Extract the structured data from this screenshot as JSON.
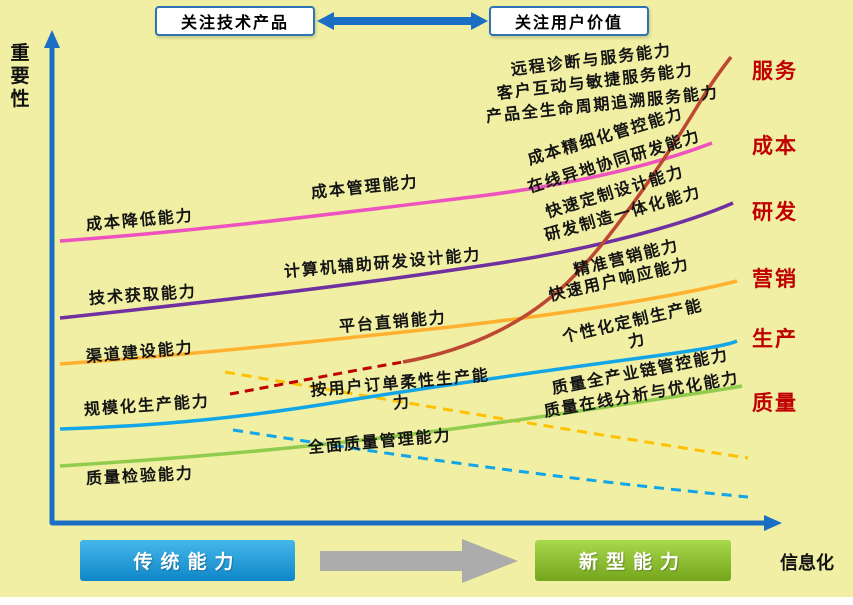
{
  "header": {
    "left_box_label": "关注技术产品",
    "right_box_label": "关注用户价值"
  },
  "axes": {
    "y_axis_label": "重要性",
    "x_axis_label": "信息化"
  },
  "category_labels": [
    {
      "id": "service",
      "text": "服务"
    },
    {
      "id": "cost",
      "text": "成本"
    },
    {
      "id": "rnd",
      "text": "研发"
    },
    {
      "id": "marketing",
      "text": "营销"
    },
    {
      "id": "production",
      "text": "生产"
    },
    {
      "id": "quality",
      "text": "质量"
    }
  ],
  "curve_labels": {
    "service_1": "远程诊断与服务能力",
    "service_2": "客户互动与敏捷服务能力",
    "service_3": "产品全生命周期追溯服务能力",
    "cost_left": "成本降低能力",
    "cost_mid": "成本管理能力",
    "cost_right": "成本精细化管控能力",
    "rnd_left": "技术获取能力",
    "rnd_mid": "计算机辅助研发设计能力",
    "rnd_right_1": "在线异地协同研发能力",
    "rnd_right_2": "快速定制设计能力",
    "rnd_right_3": "研发制造一体化能力",
    "marketing_left": "渠道建设能力",
    "marketing_mid": "平台直销能力",
    "marketing_right_1": "精准营销能力",
    "marketing_right_2": "快速用户响应能力",
    "production_left": "规模化生产能力",
    "production_mid": "按用户订单柔性生产能力",
    "production_right": "个性化定制生产能力",
    "quality_left": "质量检验能力",
    "quality_mid": "全面质量管理能力",
    "quality_right_1": "质量全产业链管控能力",
    "quality_right_2": "质量在线分析与优化能力"
  },
  "footer": {
    "traditional_label": "传统能力",
    "new_label": "新型能力"
  },
  "colors": {
    "background": "#F0EFA3",
    "axis_blue": "#1A6FC4",
    "category_red": "#C00000",
    "cost_curve": "#ED52BE",
    "rnd_curve": "#7030A0",
    "marketing_curve": "#FFB02E",
    "marketing_dashed": "#FFC000",
    "production_curve": "#12A5E8",
    "quality_curve": "#92CC4E",
    "service_curve": "#BE4733",
    "service_dashed": "#C00000",
    "traditional_box_blue": "#0E86C8",
    "new_box_green": "#74A51C",
    "transition_arrow_gray": "#ACACAC"
  }
}
